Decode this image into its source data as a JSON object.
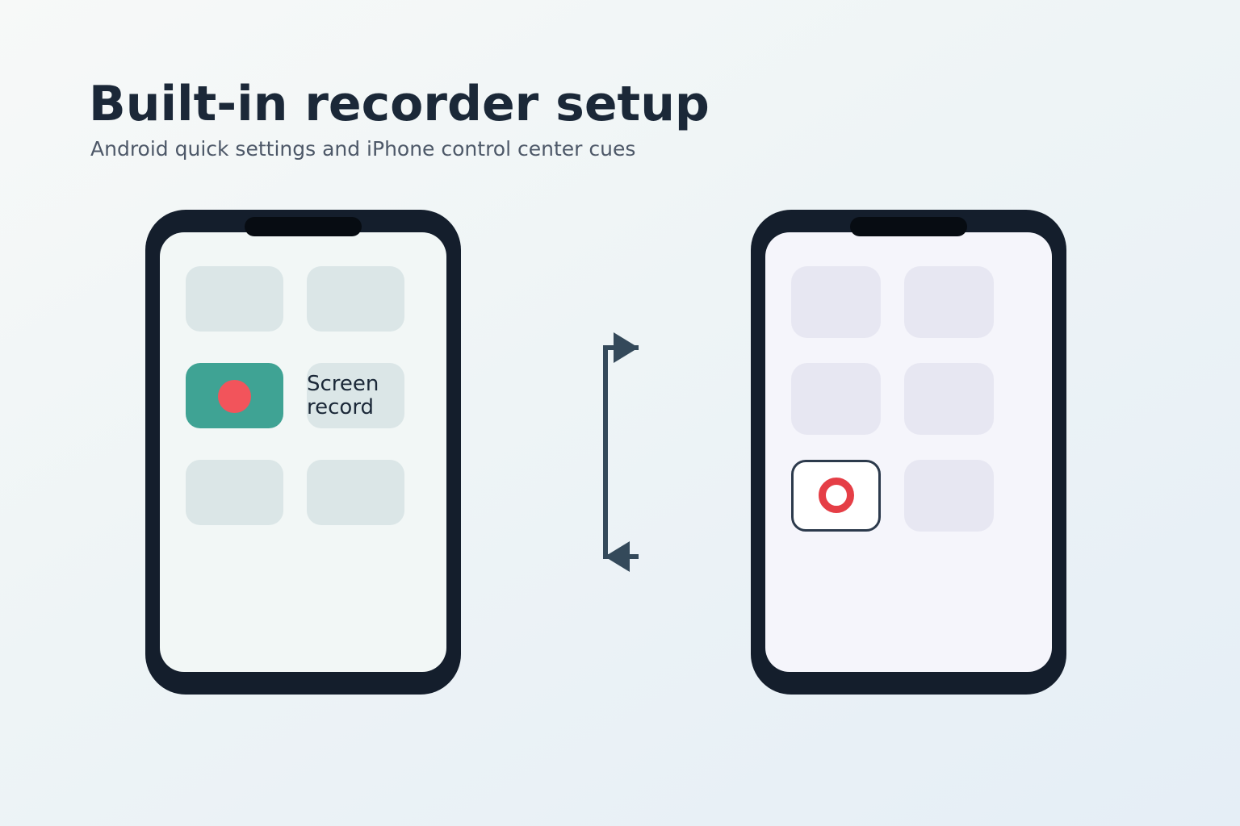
{
  "title": "Built-in recorder setup",
  "subtitle": "Android quick settings and iPhone control center cues",
  "android": {
    "screen_record_label_line1": "Screen",
    "screen_record_label_line2": "record",
    "record_icon": "record-dot-icon"
  },
  "iphone": {
    "record_icon": "record-ring-icon"
  },
  "connector_icon": "double-arrow-bracket-icon",
  "colors": {
    "title": "#1b2838",
    "subtitle": "#4d5868",
    "phone_frame": "#141e2c",
    "android_tile": "#dbe6e7",
    "android_active_tile": "#3fa394",
    "record_red": "#f2545b",
    "iphone_tile": "#e7e7f2",
    "iphone_record_ring": "#e53e46",
    "connector": "#34495a"
  }
}
